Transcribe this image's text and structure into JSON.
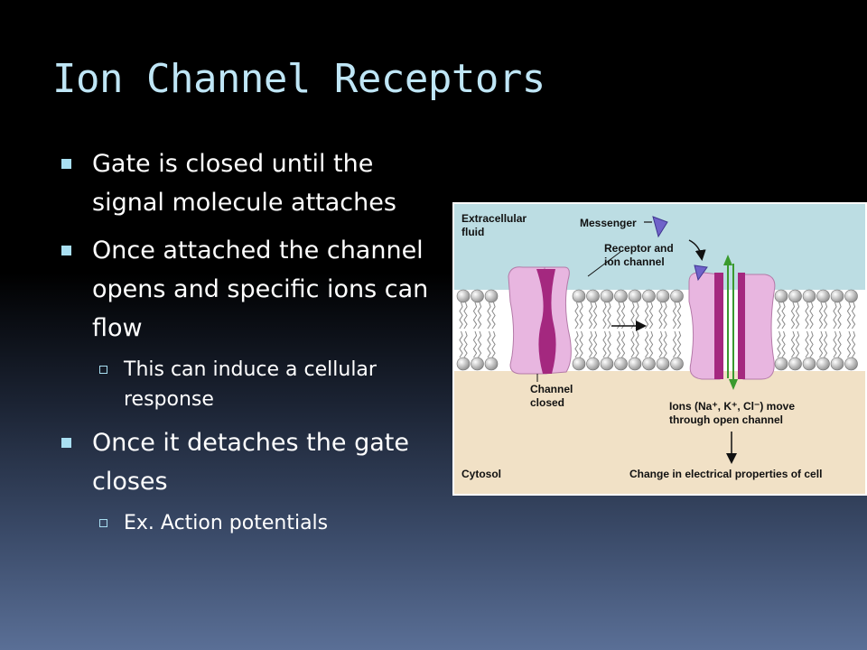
{
  "slide": {
    "title": "Ion Channel Receptors",
    "bullets": [
      {
        "text": "Gate is closed until the signal molecule attaches",
        "sub": []
      },
      {
        "text": "Once attached the channel opens and specific ions can flow",
        "sub": [
          "This can induce a cellular response"
        ]
      },
      {
        "text": "Once it detaches the gate closes",
        "sub": [
          "Ex. Action potentials"
        ]
      }
    ]
  },
  "figure": {
    "extracellular_label": [
      "Extracellular",
      "fluid"
    ],
    "messenger_label": "Messenger",
    "receptor_label": [
      "Receptor and",
      "ion channel"
    ],
    "channel_closed_label": [
      "Channel",
      "closed"
    ],
    "ions_label": [
      "Ions (Na⁺, K⁺, Cl⁻) move",
      "through open channel"
    ],
    "cytosol_label": "Cytosol",
    "change_label": "Change in electrical properties of cell",
    "colors": {
      "extracellular": "#bcdde3",
      "cytosol": "#f1e1c6",
      "channel": "#e6b2dd",
      "pore": "#a0267e",
      "messenger": "#7064c8",
      "ion_arrow": "#3a9a2e"
    }
  }
}
